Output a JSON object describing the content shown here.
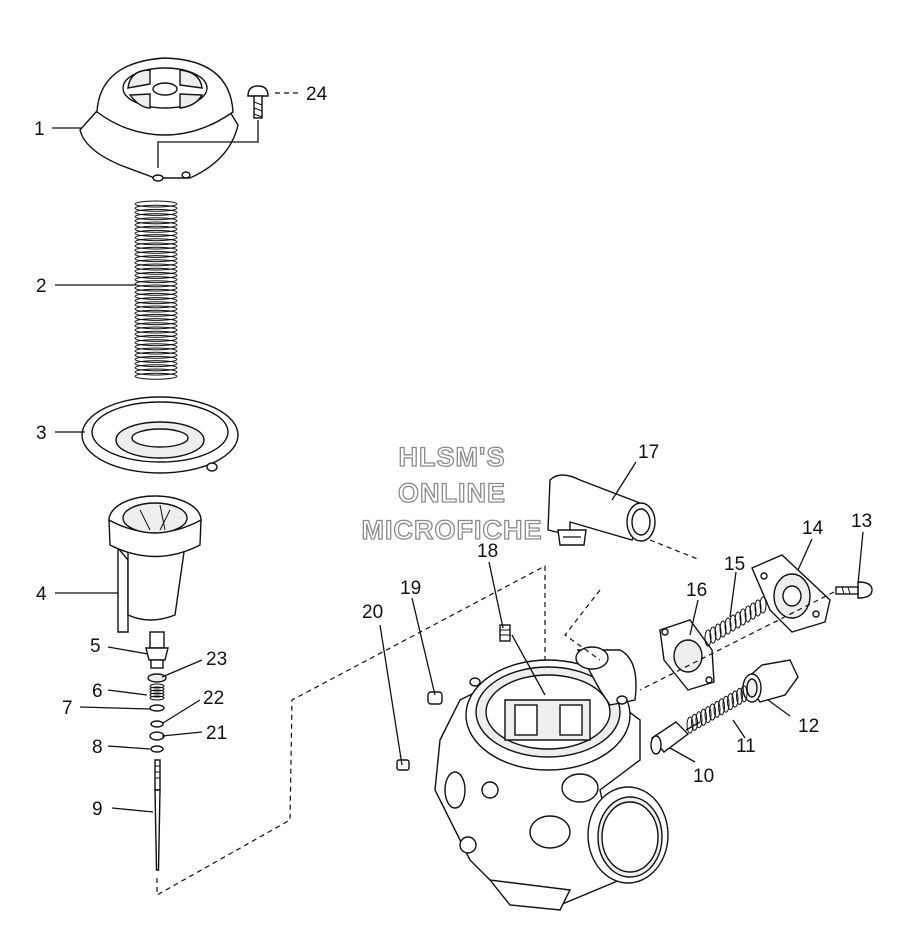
{
  "watermark": {
    "line1": "HLSM'S",
    "line2": "ONLINE",
    "line3": "MICROFICHE"
  },
  "callouts": [
    {
      "id": "1",
      "text": "1"
    },
    {
      "id": "2",
      "text": "2"
    },
    {
      "id": "3",
      "text": "3"
    },
    {
      "id": "4",
      "text": "4"
    },
    {
      "id": "5",
      "text": "5"
    },
    {
      "id": "6",
      "text": "6"
    },
    {
      "id": "7",
      "text": "7"
    },
    {
      "id": "8",
      "text": "8"
    },
    {
      "id": "9",
      "text": "9"
    },
    {
      "id": "10",
      "text": "10"
    },
    {
      "id": "11",
      "text": "11"
    },
    {
      "id": "12",
      "text": "12"
    },
    {
      "id": "13",
      "text": "13"
    },
    {
      "id": "14",
      "text": "14"
    },
    {
      "id": "15",
      "text": "15"
    },
    {
      "id": "16",
      "text": "16"
    },
    {
      "id": "17",
      "text": "17"
    },
    {
      "id": "18",
      "text": "18"
    },
    {
      "id": "19",
      "text": "19"
    },
    {
      "id": "20",
      "text": "20"
    },
    {
      "id": "21",
      "text": "21"
    },
    {
      "id": "22",
      "text": "22"
    },
    {
      "id": "23",
      "text": "23"
    },
    {
      "id": "24",
      "text": "24"
    }
  ]
}
